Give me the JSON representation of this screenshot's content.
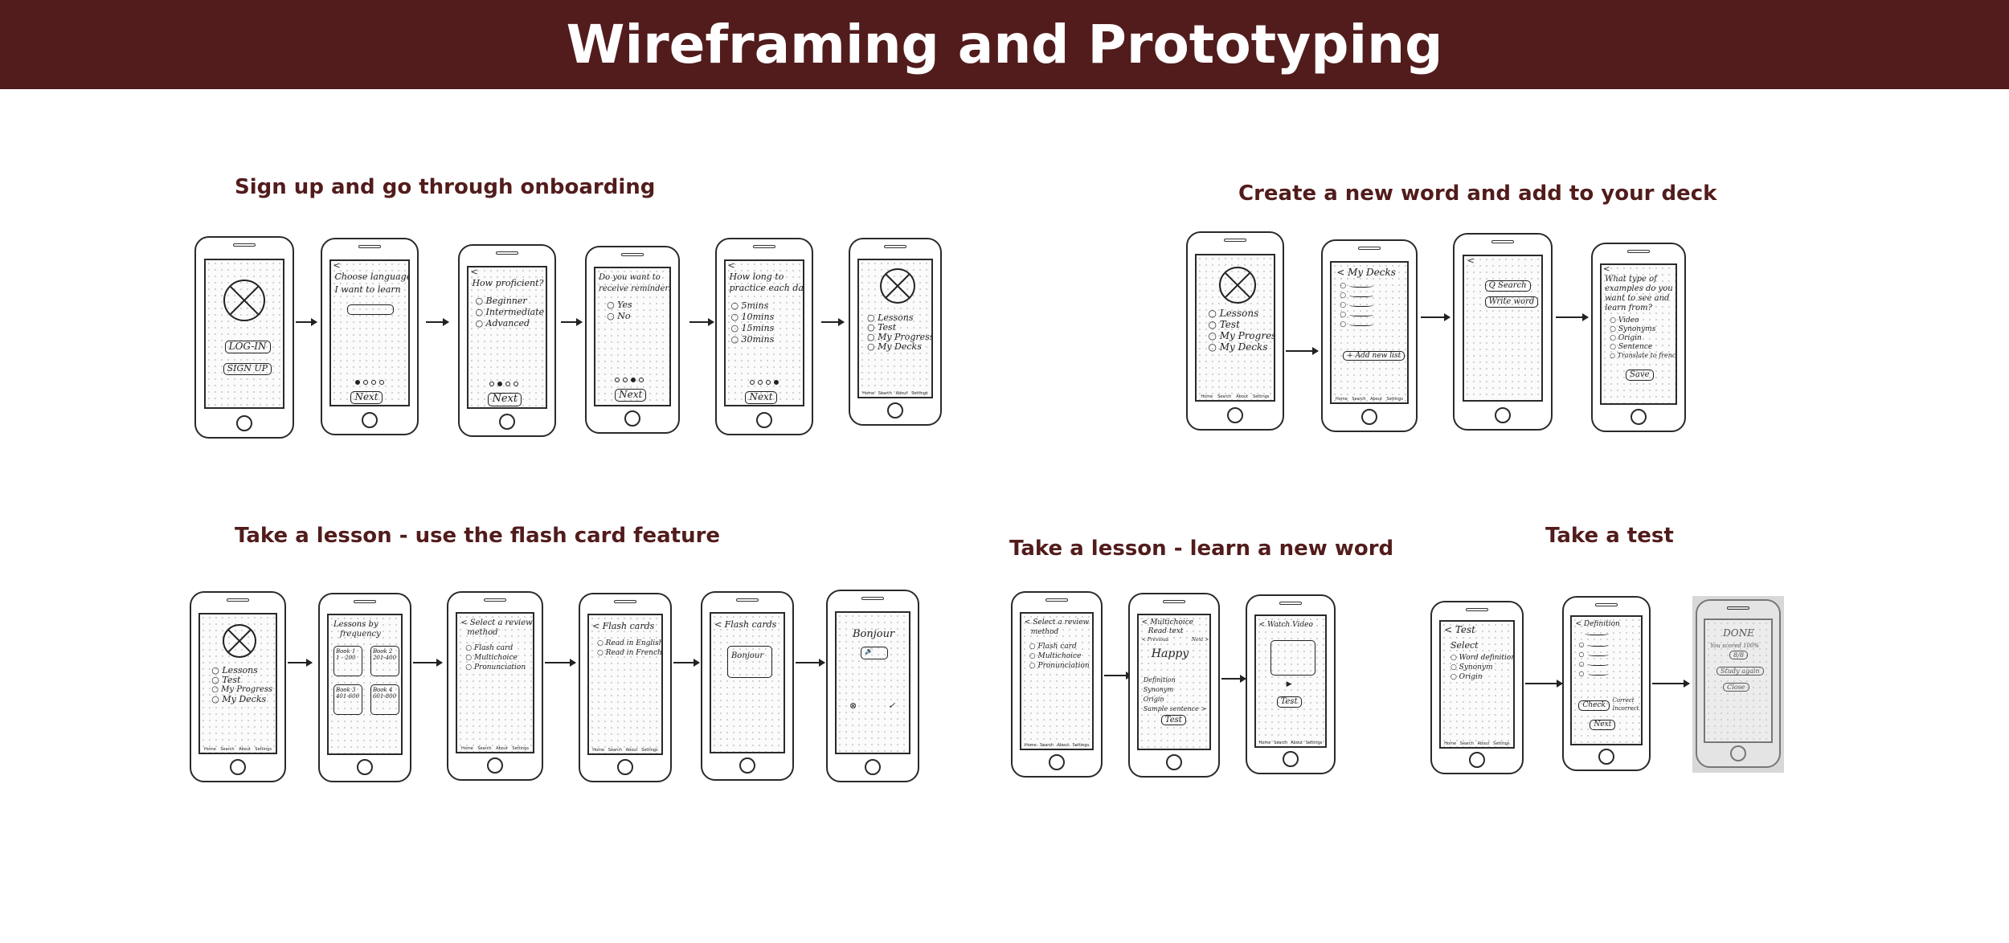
{
  "title": "Wireframing and Prototyping",
  "sections": {
    "onboarding": "Sign up and go through onboarding",
    "deck": "Create a new word and add to your deck",
    "flashcard": "Take a lesson - use the flash card feature",
    "learn_word": "Take a lesson - learn a new word",
    "test": "Take a test"
  },
  "sketch": {
    "login": "LOG-IN",
    "signup": "SIGN UP",
    "choose_language": "Choose language",
    "i_want_to_learn": "I want to learn",
    "next": "Next",
    "how_proficient": "How proficient?",
    "beginner": "Beginner",
    "intermediate": "Intermediate",
    "advanced": "Advanced",
    "reminders_q1": "Do you want to",
    "reminders_q2": "receive reminders?",
    "yes": "Yes",
    "no": "No",
    "practice_q1": "How long to",
    "practice_q2": "practice each day?",
    "m5": "5mins",
    "m10": "10mins",
    "m15": "15mins",
    "m30": "30mins",
    "lessons": "Lessons",
    "test": "Test",
    "my_progress": "My Progress",
    "my_decks": "My Decks",
    "my_decks_header": "< My Decks",
    "add_new_list": "+ Add new list",
    "search": "Q Search",
    "write_word": "Write word",
    "example_q1": "What type of",
    "example_q2": "examples do you",
    "example_q3": "want to see and",
    "example_q4": "learn from?",
    "video": "Video",
    "synonyms": "Synonyms",
    "origin": "Origin",
    "sentence": "Sentence",
    "translate": "Translate to french",
    "save": "Save",
    "lesson_by_freq1": "Lessons by",
    "lesson_by_freq2": "frequency",
    "book1": "Book 1",
    "book1r": "1 - 200",
    "book2": "Book 2",
    "book2r": "201-400",
    "book3": "Book 3",
    "book3r": "401-600",
    "book4": "Book 4",
    "book4r": "601-800",
    "select_review1": "< Select a review",
    "select_review2": "method",
    "flash_card": "Flash card",
    "multichoice": "Multichoice",
    "pronunciation": "Pronunciation",
    "flash_cards_header": "< Flash cards",
    "read_english": "Read in English",
    "read_french": "Read in French",
    "bonjour": "Bonjour",
    "multichoice_header": "< Multichoice",
    "read_text": "Read text",
    "previous": "< Previous",
    "next_small": "Next >",
    "happy": "Happy",
    "definition": "Definition",
    "synonym": "Synonym",
    "sample_sentence": "Sample sentence >",
    "test_btn": "Test",
    "watch_video": "< Watch Video",
    "test_header": "< Test",
    "select": "Select",
    "word_definition": "Word definition",
    "origin2": "Origin",
    "definition_header": "< Definition",
    "check": "Check",
    "correct": "Correct",
    "incorrect": "Incorrect",
    "done": "DONE",
    "you_scored": "You scored 100%",
    "score": "8/8",
    "study_again": "Study again",
    "close": "Close",
    "nav_home": "Home",
    "nav_search": "Search",
    "nav_about": "About",
    "nav_settings": "Settings"
  }
}
